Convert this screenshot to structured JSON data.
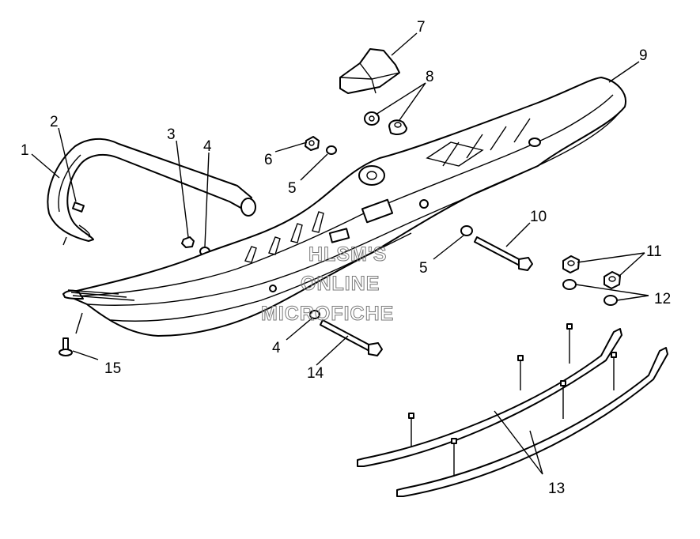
{
  "watermark": [
    "HLSM'S",
    "ONLINE",
    "MICROFICHE"
  ],
  "callouts": [
    {
      "id": "c1",
      "text": "1"
    },
    {
      "id": "c2",
      "text": "2"
    },
    {
      "id": "c3",
      "text": "3"
    },
    {
      "id": "c4a",
      "text": "4"
    },
    {
      "id": "c4b",
      "text": "4"
    },
    {
      "id": "c5a",
      "text": "5"
    },
    {
      "id": "c5b",
      "text": "5"
    },
    {
      "id": "c6",
      "text": "6"
    },
    {
      "id": "c7",
      "text": "7"
    },
    {
      "id": "c8",
      "text": "8"
    },
    {
      "id": "c9",
      "text": "9"
    },
    {
      "id": "c10",
      "text": "10"
    },
    {
      "id": "c11",
      "text": "11"
    },
    {
      "id": "c12",
      "text": "12"
    },
    {
      "id": "c13",
      "text": "13"
    },
    {
      "id": "c14",
      "text": "14"
    },
    {
      "id": "c15",
      "text": "15"
    }
  ]
}
